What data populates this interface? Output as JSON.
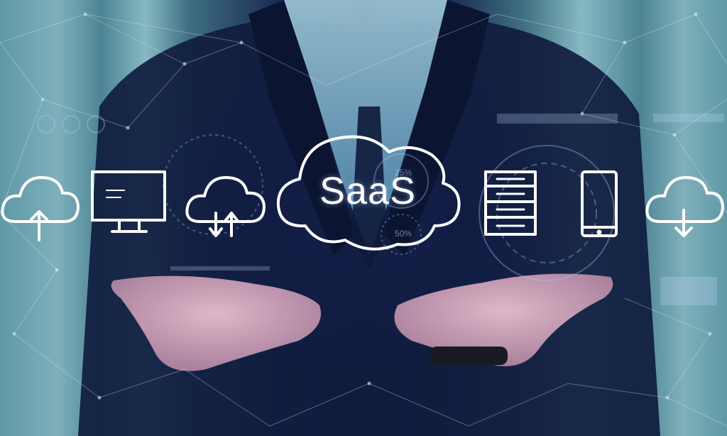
{
  "image": {
    "headline": "SaaS",
    "gauge_labels": [
      "25%",
      "50%"
    ],
    "icons": [
      "cloud-upload-icon",
      "desktop-monitor-icon",
      "cloud-sync-icon",
      "saas-cloud-icon",
      "server-rack-icon",
      "smartphone-icon",
      "cloud-download-icon"
    ],
    "colors": {
      "icon_stroke": "#ffffff",
      "glow": "#4a3fb5",
      "backdrop": "#6fa3b0",
      "suit": "#0d1a3d"
    }
  }
}
